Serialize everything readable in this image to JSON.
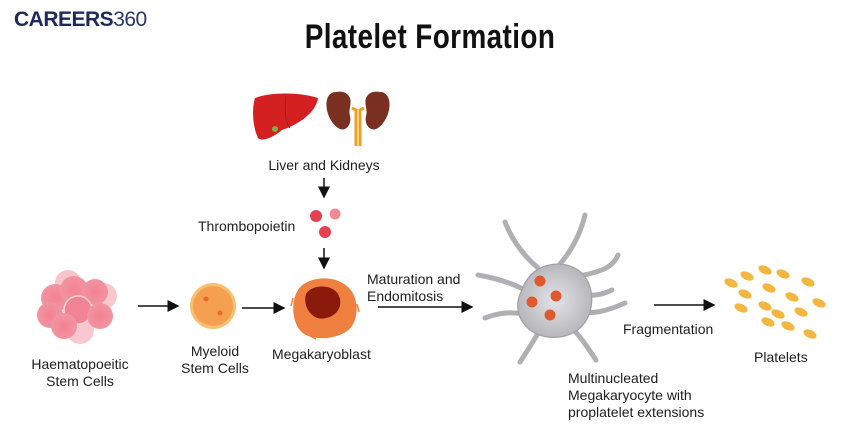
{
  "logo": {
    "brand": "CAREERS",
    "number": "360"
  },
  "title": "Platelet Formation",
  "labels": {
    "liver_kidneys": "Liver and Kidneys",
    "thrombopoietin": "Thrombopoietin",
    "hsc_line1": "Haematopoeitic",
    "hsc_line2": "Stem Cells",
    "myeloid_line1": "Myeloid",
    "myeloid_line2": "Stem Cells",
    "megakaryoblast": "Megakaryoblast",
    "maturation_line1": "Maturation and",
    "maturation_line2": "Endomitosis",
    "megakaryocyte_line1": "Multinucleated",
    "megakaryocyte_line2": "Megakaryocyte with",
    "megakaryocyte_line3": "proplatelet extensions",
    "fragmentation": "Fragmentation",
    "platelets": "Platelets"
  },
  "icons": [
    "liver-icon",
    "kidneys-icon",
    "thrombopoietin-molecules-icon",
    "hematopoietic-stem-cells-icon",
    "myeloid-stem-cell-icon",
    "megakaryoblast-icon",
    "megakaryocyte-icon",
    "platelets-icon"
  ],
  "colors": {
    "logo": "#1f2a5c",
    "liver": "#d42020",
    "kidney": "#7a3020",
    "ureter": "#f0a020",
    "thrombopoietin": "#e8404f",
    "hsc": "#f07a8a",
    "myeloid": "#f4a050",
    "megakaryoblast_cyto": "#f08040",
    "megakaryoblast_nucleus": "#8a1a0a",
    "megakaryocyte": "#c8c8cc",
    "nuclei": "#e05a30",
    "platelet": "#f4b640"
  }
}
